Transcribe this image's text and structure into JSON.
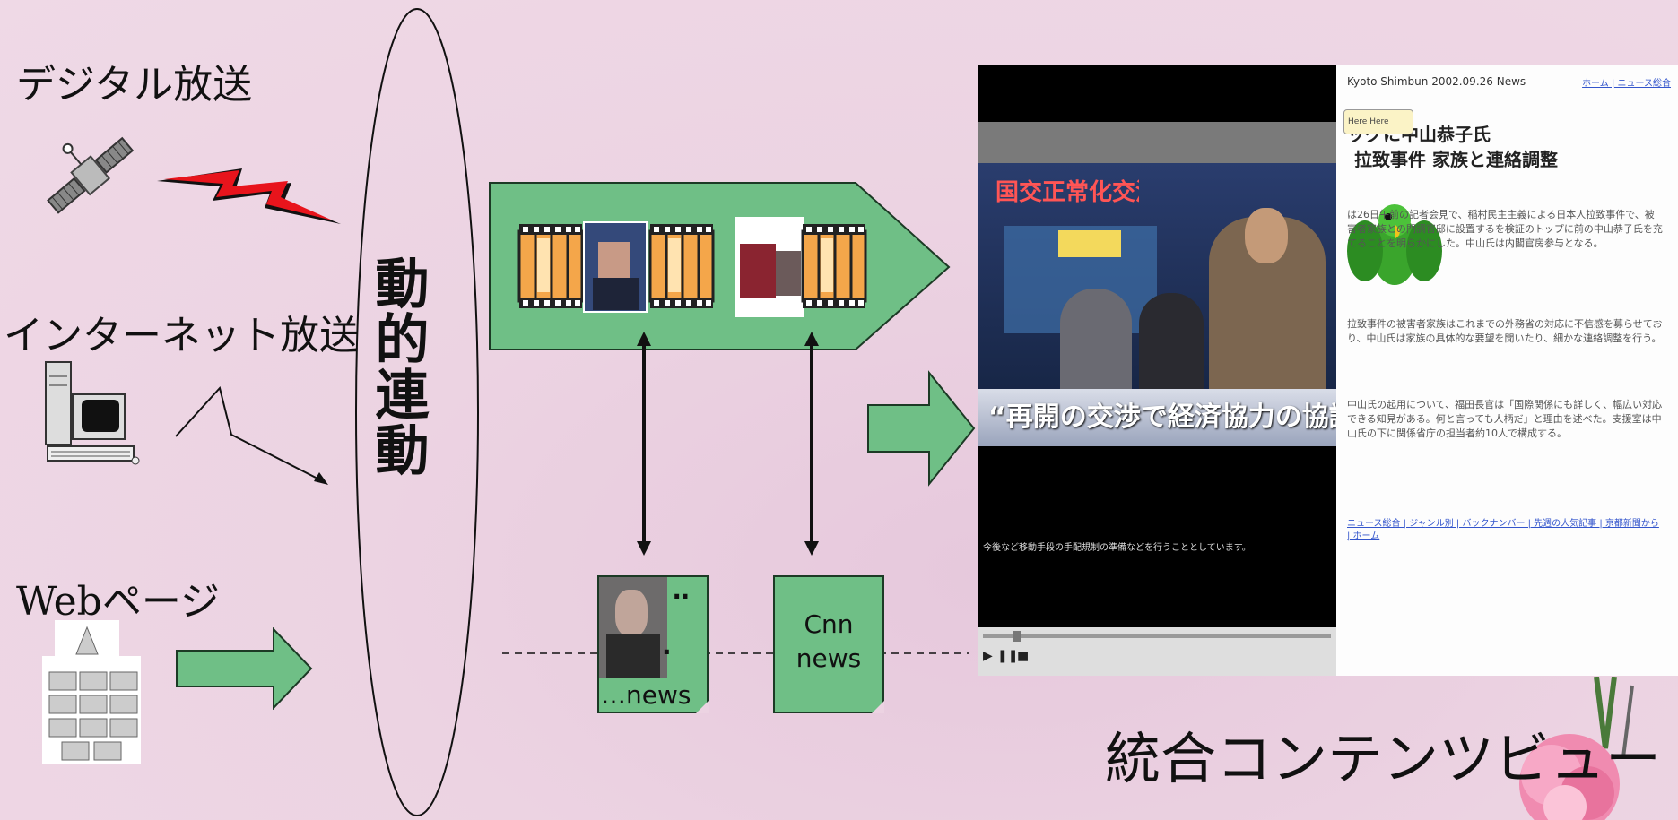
{
  "sources": {
    "digital": "デジタル放送",
    "internet": "インターネット放送",
    "web": "Webページ"
  },
  "center_title": "動的連動",
  "docs": {
    "doc1_top": "‥",
    "doc1_mid": ".",
    "doc1_bottom": "…news",
    "doc2_line1": "Cnn",
    "doc2_line2": "news"
  },
  "viewer": {
    "video_headline": "“再開の交渉で経済協力の協議なし。",
    "video_banner": "国交正常化交渉",
    "video_subtitle": "今後など移動手段の手配規制の準備などを行うこととしています。",
    "article_header": "Kyoto Shimbun 2002.09.26 News",
    "article_nav": "ホーム | ニュース総合",
    "article_title_line1": "ッグに中山恭子氏",
    "article_title_line2": "拉致事件 家族と連絡調整",
    "article_tooltip": "Here Here",
    "article_body_1": "は26日午前の記者会見で、稲村民主主義による日本人拉致事件で、被害者家族との門調官邸に設置するを検証のトップに前の中山恭子氏を充てることを明らかにした。中山氏は内閣官房参与となる。",
    "article_body_2": "拉致事件の被害者家族はこれまでの外務省の対応に不信感を募らせており、中山氏は家族の具体的な要望を聞いたり、細かな連絡調整を行う。",
    "article_body_3": "中山氏の起用について、福田長官は「国際関係にも詳しく、幅広い対応できる知見がある。何と言っても人柄だ」と理由を述べた。支援室は中山氏の下に関係省庁の担当者約10人で構成する。",
    "article_footer": "ニュース総合 | ジャンル別 | バックナンバー | 先週の人気記事 | 京都新聞から | ホーム"
  },
  "bottom_title": "統合コンテンツビュー",
  "colors": {
    "arrow_green": "#6fbf86",
    "lightning_red": "#e8141c",
    "background": "#ecd3e2"
  }
}
